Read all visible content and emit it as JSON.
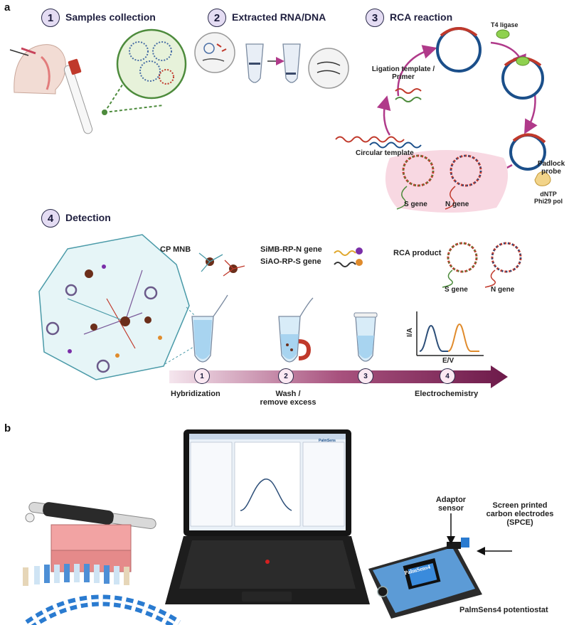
{
  "panel_a": {
    "letter": "a",
    "steps": [
      {
        "num": "1",
        "title": "Samples collection"
      },
      {
        "num": "2",
        "title": "Extracted RNA/DNA"
      },
      {
        "num": "3",
        "title": "RCA reaction"
      },
      {
        "num": "4",
        "title": "Detection"
      }
    ],
    "rca": {
      "t4_ligase": "T4 ligase",
      "ligation_template": "Ligation template /\nPrimer",
      "circular_template": "Circular template",
      "padlock_probe": "Padlock\nprobe",
      "dntp": "dNTP\nPhi29 pol",
      "s_gene": "S gene",
      "n_gene": "N gene"
    },
    "detection": {
      "cp_mnb": "CP MNB",
      "simb": "SiMB-RP-N gene",
      "siao": "SiAO-RP-S gene",
      "rca_product": "RCA product",
      "s_gene": "S gene",
      "n_gene": "N gene",
      "y_axis": "I/A",
      "x_axis": "E/V",
      "arrow_steps": [
        "1",
        "2",
        "3",
        "4"
      ],
      "stage_labels": [
        "Hybridization",
        "Wash /\nremove excess",
        "Electrochemistry"
      ]
    },
    "colors": {
      "accent_purple": "#7a1e56",
      "green_circle": "#5b8a3a",
      "peak_blue": "#2c4e78",
      "peak_orange": "#e08b2c"
    }
  },
  "panel_b": {
    "letter": "b",
    "adaptor": "Adaptor\nsensor",
    "spce": "Screen printed\ncarbon electrodes\n(SPCE)",
    "device": "PalmSens4 potentiostat",
    "device_brand": "PalmSens4",
    "laptop_brand": "PalmSens"
  }
}
